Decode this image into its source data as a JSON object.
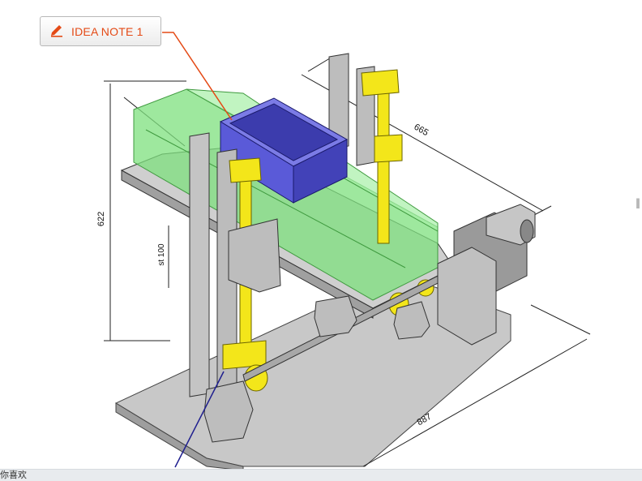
{
  "note_button": {
    "label": "IDEA NOTE 1",
    "icon": "pencil-icon"
  },
  "dimensions": {
    "width": "887",
    "depth": "665",
    "height": "622",
    "stroke": "st 100"
  },
  "footer": {
    "text": "你喜欢"
  },
  "colors": {
    "accent": "#e44a16",
    "green_hopper": "#7ee07e",
    "blue_box": "#5a5ad8",
    "yellow_part": "#f3e61a",
    "gray_part": "#b8b8b8"
  }
}
